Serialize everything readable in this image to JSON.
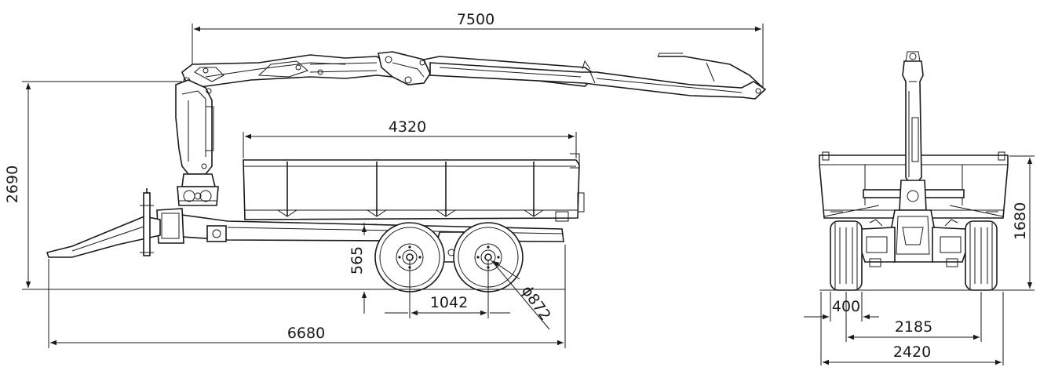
{
  "dimensions": {
    "side_view": {
      "crane_reach": "7500",
      "total_height": "2690",
      "bed_length": "4320",
      "frame_height": "565",
      "axle_spacing": "1042",
      "wheel_diameter": "ϕ872",
      "total_length": "6680"
    },
    "rear_view": {
      "bed_height": "1680",
      "wheel_width": "400",
      "track_width": "2185",
      "overall_width": "2420"
    }
  },
  "colors": {
    "line": "#1a1a1a",
    "background": "#ffffff"
  }
}
